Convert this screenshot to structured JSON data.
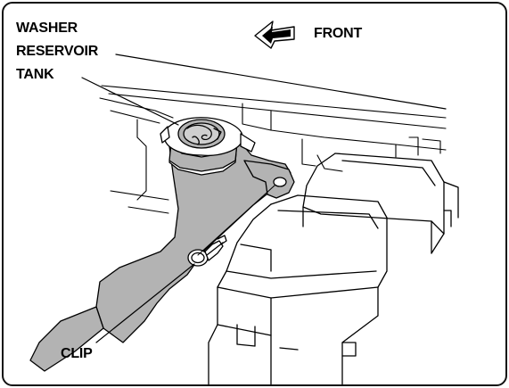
{
  "labels": {
    "tank_line1": "WASHER",
    "tank_line2": "RESERVOIR",
    "tank_line3": "TANK",
    "front": "FRONT",
    "clip": "CLIP"
  },
  "colors": {
    "tank_fill": "#b3b3b3",
    "line": "#000000",
    "background": "#ffffff"
  },
  "icons": {
    "front_arrow": "arrow-left-icon"
  }
}
